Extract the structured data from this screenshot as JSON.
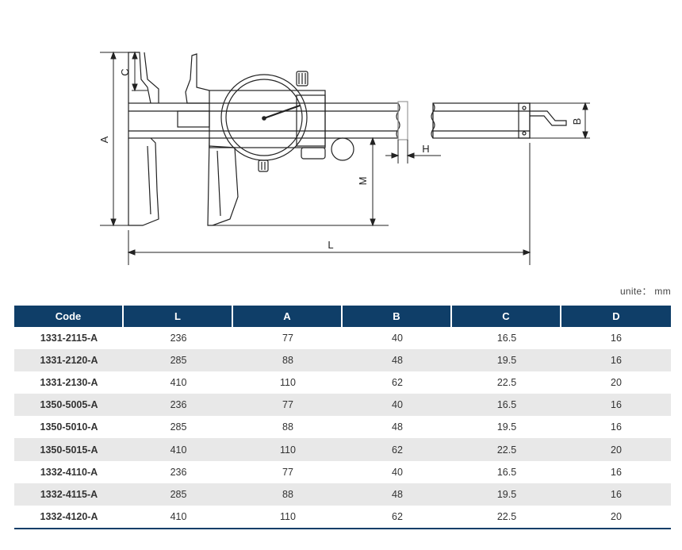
{
  "diagram": {
    "labels": {
      "A": "A",
      "B": "B",
      "C": "C",
      "H": "H",
      "M": "M",
      "L": "L"
    }
  },
  "unit_note": "unite： mm",
  "table": {
    "headers": [
      "Code",
      "L",
      "A",
      "B",
      "C",
      "D"
    ],
    "rows": [
      [
        "1331-2115-A",
        "236",
        "77",
        "40",
        "16.5",
        "16"
      ],
      [
        "1331-2120-A",
        "285",
        "88",
        "48",
        "19.5",
        "16"
      ],
      [
        "1331-2130-A",
        "410",
        "110",
        "62",
        "22.5",
        "20"
      ],
      [
        "1350-5005-A",
        "236",
        "77",
        "40",
        "16.5",
        "16"
      ],
      [
        "1350-5010-A",
        "285",
        "88",
        "48",
        "19.5",
        "16"
      ],
      [
        "1350-5015-A",
        "410",
        "110",
        "62",
        "22.5",
        "20"
      ],
      [
        "1332-4110-A",
        "236",
        "77",
        "40",
        "16.5",
        "16"
      ],
      [
        "1332-4115-A",
        "285",
        "88",
        "48",
        "19.5",
        "16"
      ],
      [
        "1332-4120-A",
        "410",
        "110",
        "62",
        "22.5",
        "20"
      ]
    ]
  },
  "colors": {
    "header_bg": "#0f3e68",
    "row_alt": "#e8e8e8",
    "line": "#222222"
  }
}
